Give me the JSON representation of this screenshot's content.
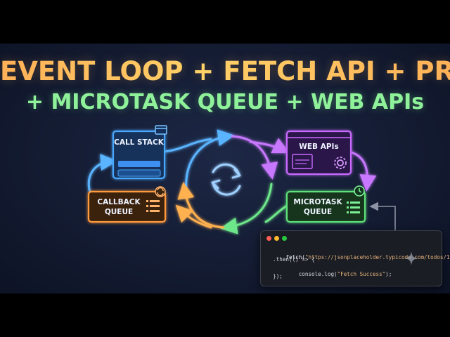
{
  "title": {
    "line1": "EVENT LOOP + FETCH API + PROMISE",
    "line2": "+ MICROTASK QUEUE + WEB APIs"
  },
  "boxes": {
    "call_stack": {
      "label": "CALL STACK",
      "color": "#4aa8ff"
    },
    "web_apis": {
      "label": "WEB APIs",
      "color": "#c86bff"
    },
    "callback_queue": {
      "label_line1": "CALLBACK",
      "label_line2": "QUEUE",
      "color": "#ff9a3c"
    },
    "microtask_queue": {
      "label_line1": "MICROTASK",
      "label_line2": "QUEUE",
      "color": "#5ee07a"
    }
  },
  "code": {
    "line1_prefix": "fetch(",
    "line1_url": "\"https://jsonplaceholder.typicode.com/todos/1\"",
    "line1_suffix": ")",
    "line2": "  .then(() => {",
    "line3_prefix": "    console.log(",
    "line3_str": "\"Fetch Success\"",
    "line3_suffix": ");",
    "line4": "  });"
  },
  "icons": [
    "refresh-icon",
    "window-icon",
    "gear-icon",
    "clock-icon",
    "list-icon",
    "sparkle-icon"
  ]
}
